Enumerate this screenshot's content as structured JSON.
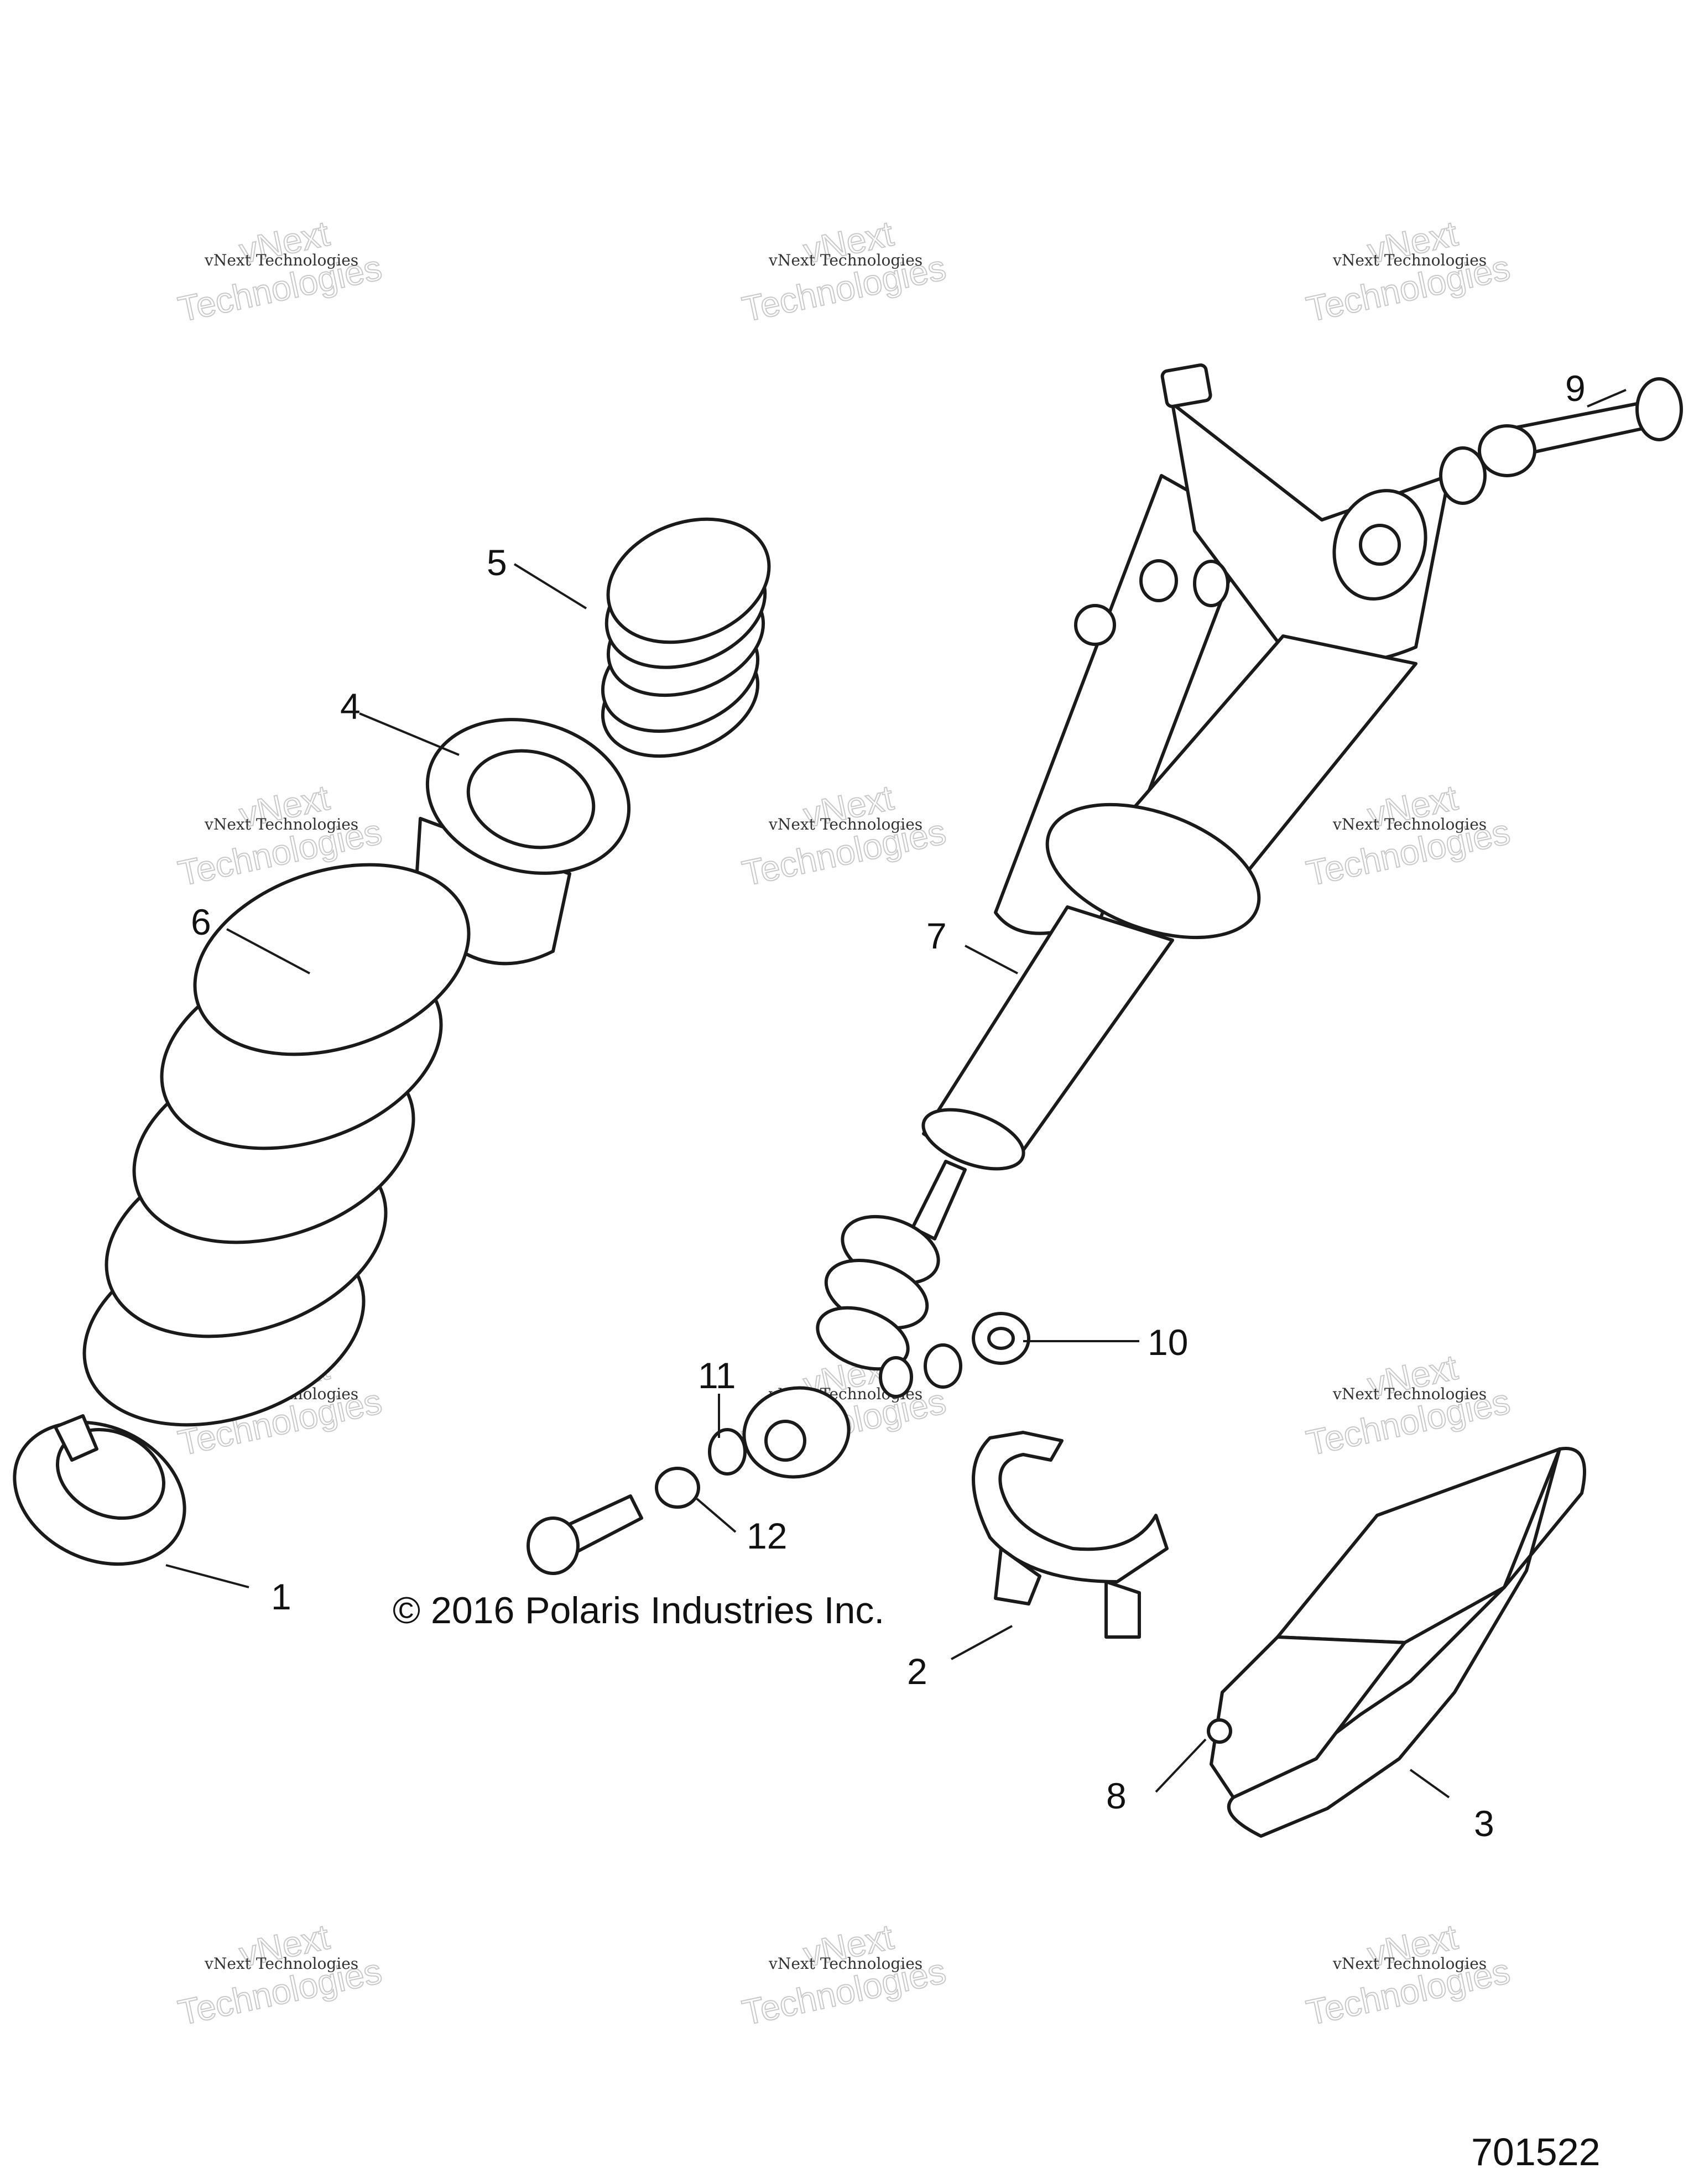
{
  "diagram": {
    "callouts": [
      {
        "id": "c1",
        "label": "1"
      },
      {
        "id": "c2",
        "label": "2"
      },
      {
        "id": "c3",
        "label": "3"
      },
      {
        "id": "c4",
        "label": "4"
      },
      {
        "id": "c5",
        "label": "5"
      },
      {
        "id": "c6",
        "label": "6"
      },
      {
        "id": "c7",
        "label": "7"
      },
      {
        "id": "c8",
        "label": "8"
      },
      {
        "id": "c9",
        "label": "9"
      },
      {
        "id": "c10",
        "label": "10"
      },
      {
        "id": "c11",
        "label": "11"
      },
      {
        "id": "c12",
        "label": "12"
      }
    ],
    "copyright": "© 2016 Polaris Industries Inc.",
    "figure_number": "701522",
    "watermark": {
      "line_small": "vNext Technologies",
      "line_large_top": "vNext",
      "line_large_bottom": "Technologies"
    }
  }
}
